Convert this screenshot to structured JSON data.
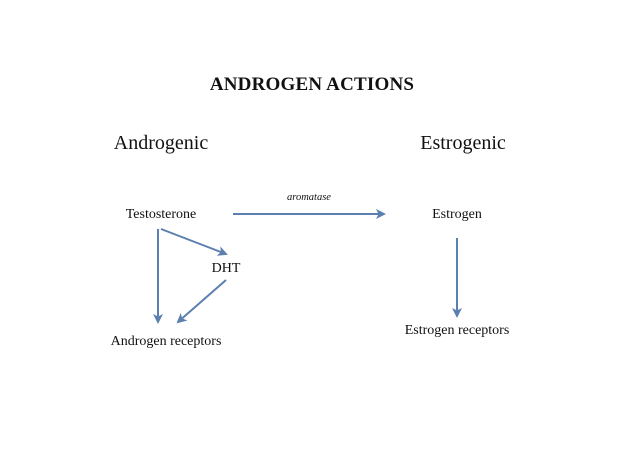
{
  "title": "ANDROGEN ACTIONS",
  "headings": {
    "androgenic": "Androgenic",
    "estrogenic": "Estrogenic"
  },
  "nodes": {
    "testosterone": "Testosterone",
    "estrogen": "Estrogen",
    "dht": "DHT",
    "androgen_receptors": "Androgen receptors",
    "estrogen_receptors": "Estrogen receptors"
  },
  "edges": {
    "aromatase_label": "aromatase"
  },
  "colors": {
    "arrow": "#5b7faf",
    "text": "#111111",
    "background": "#ffffff"
  }
}
